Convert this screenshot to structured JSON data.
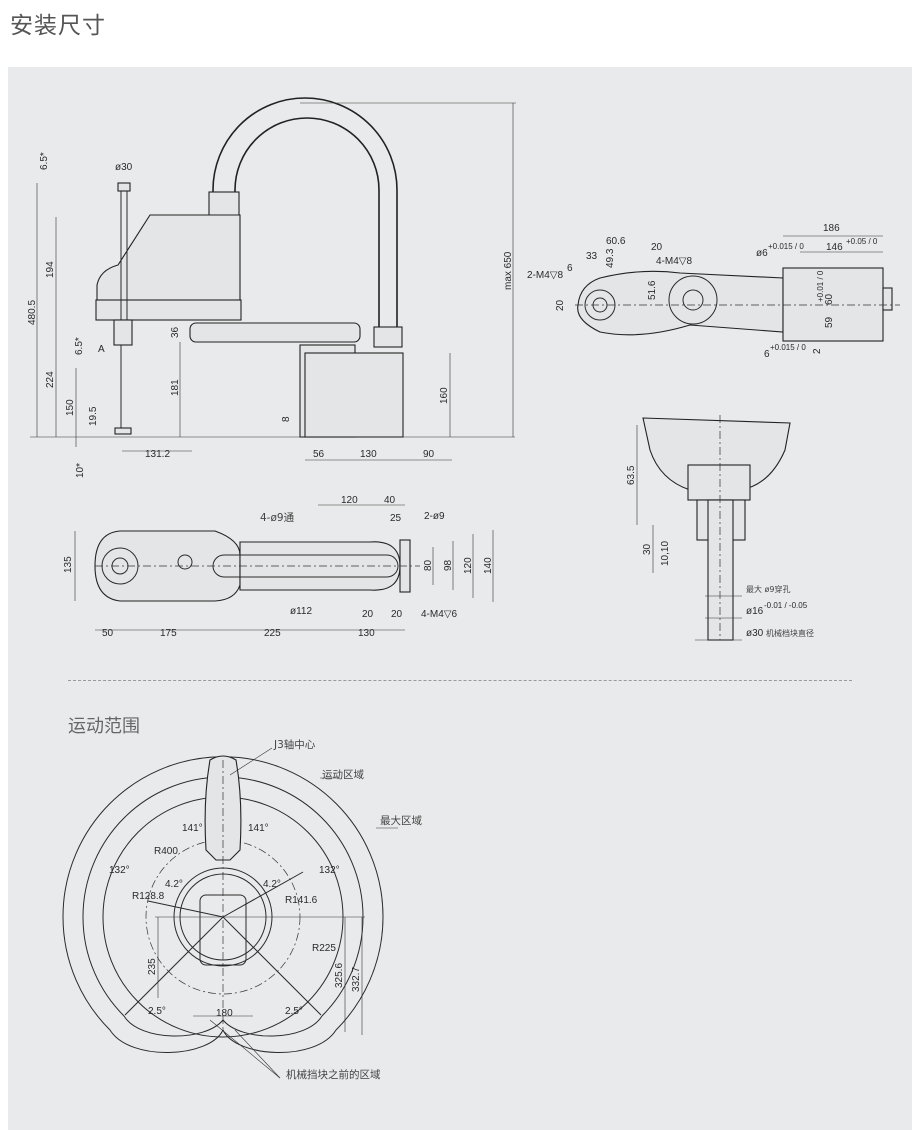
{
  "title": "安装尺寸",
  "side_view": {
    "d_6_5_top": "6.5*",
    "d_phi30": "ø30",
    "d_194": "194",
    "d_480_5": "480.5",
    "d_224": "224",
    "d_6_5_mid": "6.5*",
    "d_A": "A",
    "d_150": "150",
    "d_19_5": "19.5",
    "d_10": "10*",
    "d_131_2": "131.2",
    "d_36": "36",
    "d_181": "181",
    "d_8": "8",
    "d_56": "56",
    "d_130": "130",
    "d_90": "90",
    "d_160": "160",
    "d_max650": "max 650"
  },
  "arm_top_view": {
    "d_186": "186",
    "d_146": "146",
    "d_146_tol": "+0.05 / 0",
    "d_phi6": "ø6",
    "d_phi6_tol": "+0.015 / 0",
    "d_60_6": "60.6",
    "d_20a": "20",
    "d_33": "33",
    "d_49_3": "49.3",
    "d_6": "6",
    "d_4m4": "4-M4▽8",
    "d_2m4": "2-M4▽8",
    "d_51_6": "51.6",
    "d_20b": "20",
    "d_60": "60",
    "d_60_tol": "+0.01 / 0",
    "d_59": "59",
    "d_2": "2",
    "d_6b": "6",
    "d_6b_tol": "+0.015 / 0"
  },
  "flange_view": {
    "d_63_5": "63.5",
    "d_30": "30",
    "d_10_10": "10,10",
    "hole": "最大 ø9穿孔",
    "d_phi16": "ø16",
    "d_phi16_tol": "-0.01 / -0.05",
    "d_phi30": "ø30",
    "stopper": "机械档块直径"
  },
  "base_top_view": {
    "d_120": "120",
    "d_40": "40",
    "d_25": "25",
    "d_2phi9": "2-ø9",
    "d_4phi9": "4-ø9通",
    "d_135": "135",
    "d_80": "80",
    "d_98": "98",
    "d_120v": "120",
    "d_140": "140",
    "d_phi112": "ø112",
    "d_20a": "20",
    "d_20b": "20",
    "d_4m4": "4-M4▽6",
    "d_50": "50",
    "d_175": "175",
    "d_225": "225",
    "d_130": "130"
  },
  "motion_range": {
    "title": "运动范围",
    "j3_center": "J3轴中心",
    "motion_area": "运动区域",
    "max_area": "最大区域",
    "r400": "R400",
    "a141_l": "141°",
    "a141_r": "141°",
    "a132_l": "132°",
    "a132_r": "132°",
    "a4_2_l": "4.2°",
    "a4_2_r": "4.2°",
    "r128_8": "R128.8",
    "r141_6": "R141.6",
    "r225": "R225",
    "d_235": "235",
    "d_325_6": "325.6",
    "d_332_7": "332.7",
    "a2_5_l": "2.5°",
    "a2_5_r": "2.5°",
    "d_180": "180",
    "stopper_area": "机械挡块之前的区域"
  }
}
